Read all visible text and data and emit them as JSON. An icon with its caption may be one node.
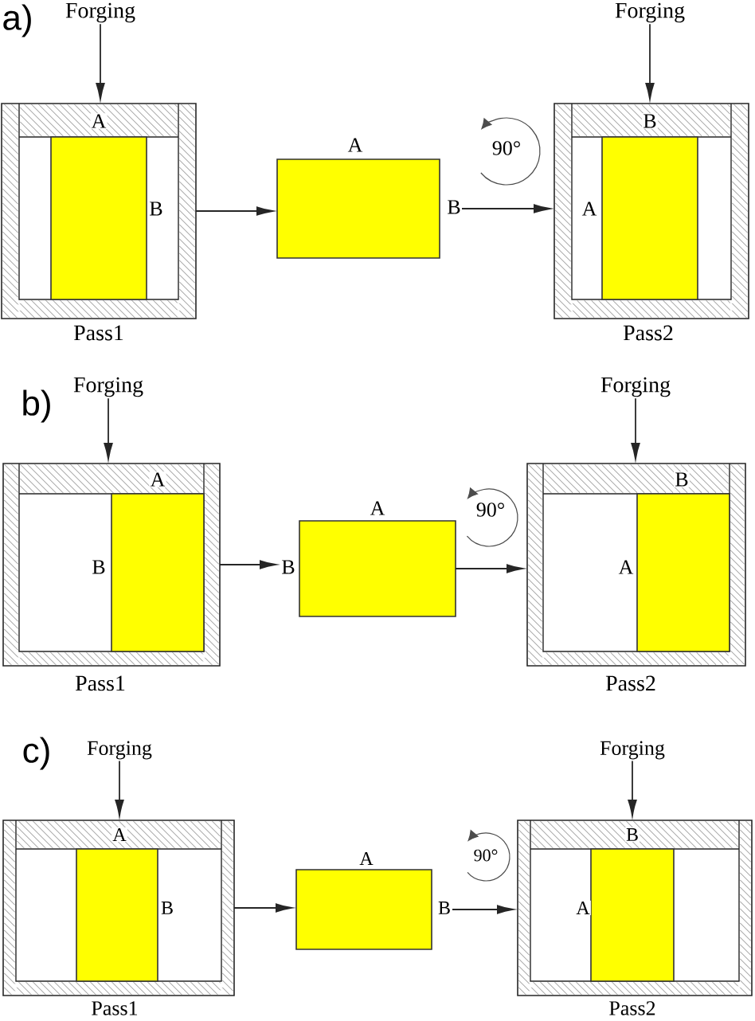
{
  "diagram": {
    "nodes": [
      {
        "text": [
          "Forging"
        ]
      },
      {
        "text": [
          "Forging"
        ]
      },
      {
        "text": [],
        "shape": "box",
        "beside": [
          "Pass1"
        ]
      },
      {
        "text": [],
        "shape": "box",
        "in": 2,
        "beside": [
          "A",
          "B"
        ]
      },
      {
        "text": [],
        "shape": "box",
        "beside": [
          "A",
          "B"
        ]
      },
      {
        "text": [],
        "shape": "box",
        "beside": [
          "Pass2"
        ]
      },
      {
        "text": [],
        "shape": "box",
        "in": 5,
        "beside": [
          "B",
          "A"
        ]
      },
      {
        "text": [
          "Forging"
        ]
      },
      {
        "text": [
          "Forging"
        ]
      },
      {
        "text": [],
        "shape": "box",
        "beside": [
          "Pass1"
        ]
      },
      {
        "text": [],
        "shape": "box",
        "in": 9,
        "beside": [
          "A",
          "B"
        ]
      },
      {
        "text": [],
        "shape": "box",
        "beside": [
          "A",
          "B"
        ]
      },
      {
        "text": [],
        "shape": "box",
        "beside": [
          "Pass2"
        ]
      },
      {
        "text": [],
        "shape": "box",
        "in": 12,
        "beside": [
          "B",
          "A"
        ]
      },
      {
        "text": [
          "Forging"
        ]
      },
      {
        "text": [
          "Forging"
        ]
      },
      {
        "text": [],
        "shape": "box",
        "beside": [
          "Pass1"
        ]
      },
      {
        "text": [],
        "shape": "box",
        "in": 16,
        "beside": [
          "A",
          "B"
        ]
      },
      {
        "text": [],
        "shape": "box",
        "beside": [
          "A",
          "B"
        ]
      },
      {
        "text": [],
        "shape": "box",
        "beside": [
          "Pass2"
        ]
      },
      {
        "text": [],
        "shape": "box",
        "in": 19,
        "beside": [
          "B",
          "A"
        ]
      }
    ],
    "edges": [
      {
        "from": 0,
        "to": 2,
        "arrow": "to"
      },
      {
        "from": 2,
        "to": 4,
        "arrow": "to"
      },
      {
        "from": 4,
        "to": 5,
        "arrow": "to"
      },
      {
        "from": 1,
        "to": 5,
        "arrow": "to"
      },
      {
        "from": 7,
        "to": 9,
        "arrow": "to"
      },
      {
        "from": 9,
        "to": 11,
        "arrow": "to"
      },
      {
        "from": 11,
        "to": 12,
        "arrow": "to"
      },
      {
        "from": 8,
        "to": 12,
        "arrow": "to"
      },
      {
        "from": 14,
        "to": 16,
        "arrow": "to"
      },
      {
        "from": 16,
        "to": 18,
        "arrow": "to"
      },
      {
        "from": 18,
        "to": 19,
        "arrow": "to"
      },
      {
        "from": 15,
        "to": 19,
        "arrow": "to"
      }
    ],
    "labels": [
      "a)",
      "90°",
      "b)",
      "90°",
      "c)",
      "90°"
    ]
  }
}
